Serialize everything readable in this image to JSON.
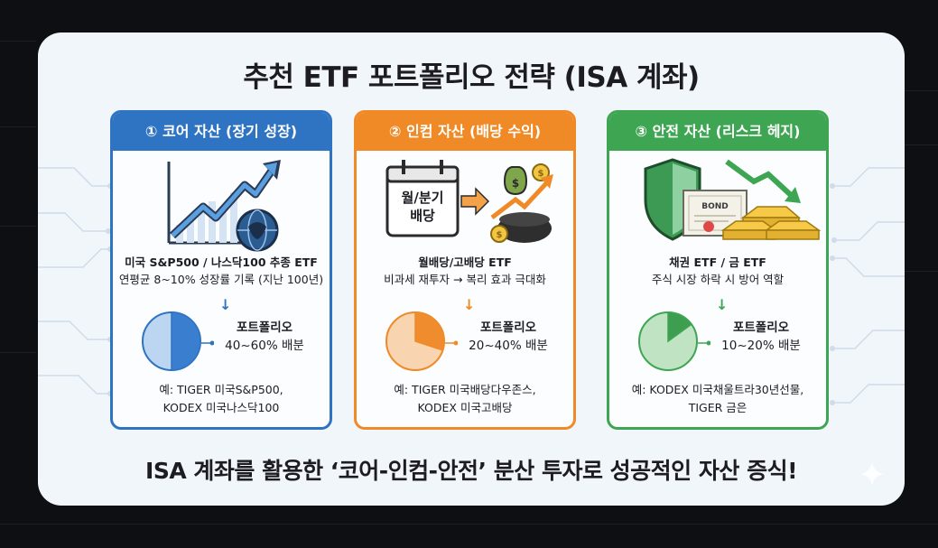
{
  "title": "추천 ETF 포트폴리오 전략 (ISA 계좌)",
  "panels": [
    {
      "header": "① 코어 자산 (장기 성장)",
      "desc_line1": "미국 S&P500 / 나스닥100 추종 ETF",
      "desc_line2": "연평균 8~10% 성장률 기록 (지난 100년)",
      "alloc_label": "포트폴리오",
      "alloc_range": "40~60% 배분",
      "alloc_fraction": 0.5,
      "example_line1": "예: TIGER 미국S&P500,",
      "example_line2": "KODEX 미국나스닥100",
      "color": "#2f73c3",
      "pie_color": "#3a7fcf",
      "pie_light": "#bcd6f1"
    },
    {
      "header": "② 인컴 자산 (배당 수익)",
      "calendar_text_line1": "월/분기",
      "calendar_text_line2": "배당",
      "coin_symbol": "$",
      "desc_line1": "월배당/고배당 ETF",
      "desc_line2": "비과세 재투자 → 복리 효과 극대화",
      "alloc_label": "포트폴리오",
      "alloc_range": "20~40% 배분",
      "alloc_fraction": 0.3,
      "example_line1": "예: TIGER 미국배당다우존스,",
      "example_line2": "KODEX 미국고배당",
      "color": "#f08a26",
      "pie_color": "#ef8d2e",
      "pie_light": "#f9d4b1"
    },
    {
      "header": "③ 안전 자산 (리스크 헤지)",
      "bond_label": "BOND",
      "desc_line1": "채권 ETF / 금 ETF",
      "desc_line2": "주식 시장 하락 시 방어 역할",
      "alloc_label": "포트폴리오",
      "alloc_range": "10~20% 배분",
      "alloc_fraction": 0.15,
      "example_line1": "예: KODEX 미국채울트라30년선물,",
      "example_line2": "TIGER 금은",
      "color": "#3ea652",
      "pie_color": "#3e9e4f",
      "pie_light": "#bfe3c3"
    }
  ],
  "footer": "ISA 계좌를 활용한 ‘코어-인컴-안전’ 분산 투자로 성공적인 자산 증식!"
}
